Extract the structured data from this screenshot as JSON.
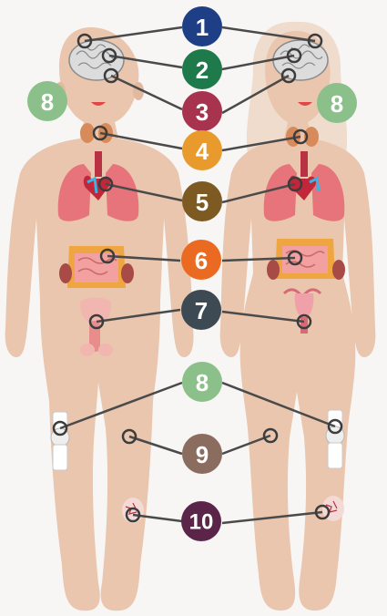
{
  "colors": {
    "background": "#f7f6f5",
    "skin": "#e9c6ad",
    "hair": "#efdccd",
    "connector": "#4a4a4a"
  },
  "markers": [
    {
      "label": "1",
      "color": "#1e3f86"
    },
    {
      "label": "2",
      "color": "#1e7a4b"
    },
    {
      "label": "3",
      "color": "#a8334f"
    },
    {
      "label": "4",
      "color": "#e89a2c"
    },
    {
      "label": "5",
      "color": "#7e5a23"
    },
    {
      "label": "6",
      "color": "#ea6a21"
    },
    {
      "label": "7",
      "color": "#3d4a53"
    },
    {
      "label": "8",
      "color": "#8cc08a"
    },
    {
      "label": "9",
      "color": "#8a6d5e"
    },
    {
      "label": "10",
      "color": "#5a2548"
    }
  ],
  "side_markers": [
    {
      "label": "8",
      "color": "#8cc08a"
    },
    {
      "label": "8",
      "color": "#8cc08a"
    }
  ],
  "icons": [
    "male-body",
    "female-body",
    "brain",
    "thyroid",
    "lungs",
    "heart",
    "intestines",
    "kidney",
    "bladder",
    "uterus",
    "knee-joint",
    "bone-fracture"
  ]
}
